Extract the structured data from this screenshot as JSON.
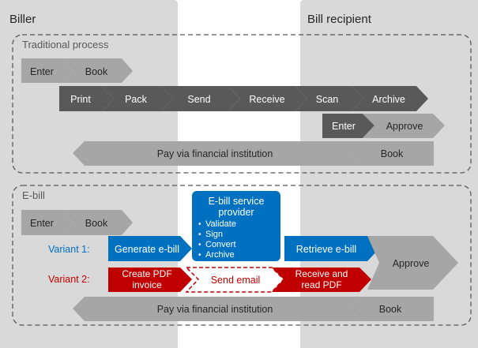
{
  "lanes": {
    "biller": "Biller",
    "recipient": "Bill recipient"
  },
  "traditional": {
    "title": "Traditional process",
    "enter": "Enter",
    "book": "Book",
    "steps": [
      "Print",
      "Pack",
      "Send",
      "Receive",
      "Scan",
      "Archive"
    ],
    "recipient_enter": "Enter",
    "approve": "Approve",
    "pay": "Pay via financial institution",
    "book_bottom": "Book"
  },
  "ebill": {
    "title": "E-bill",
    "enter": "Enter",
    "book": "Book",
    "provider": {
      "title_line1": "E-bill service",
      "title_line2": "provider",
      "items": [
        "Validate",
        "Sign",
        "Convert",
        "Archive"
      ]
    },
    "variant1": {
      "label": "Variant 1:",
      "generate": "Generate e-bill",
      "retrieve": "Retrieve e-bill"
    },
    "variant2": {
      "label": "Variant 2:",
      "create_line1": "Create PDF",
      "create_line2": "invoice",
      "send": "Send email",
      "receive_line1": "Receive and",
      "receive_line2": "read PDF"
    },
    "approve": "Approve",
    "pay": "Pay via financial institution",
    "book_bottom": "Book"
  },
  "colors": {
    "lane_bg": "#d9d9d9",
    "light_arrow": "#a6a6a6",
    "dark_arrow": "#595959",
    "dash": "#595959",
    "blue": "#0070c0",
    "red": "#c00000",
    "text_dark": "#262626"
  }
}
